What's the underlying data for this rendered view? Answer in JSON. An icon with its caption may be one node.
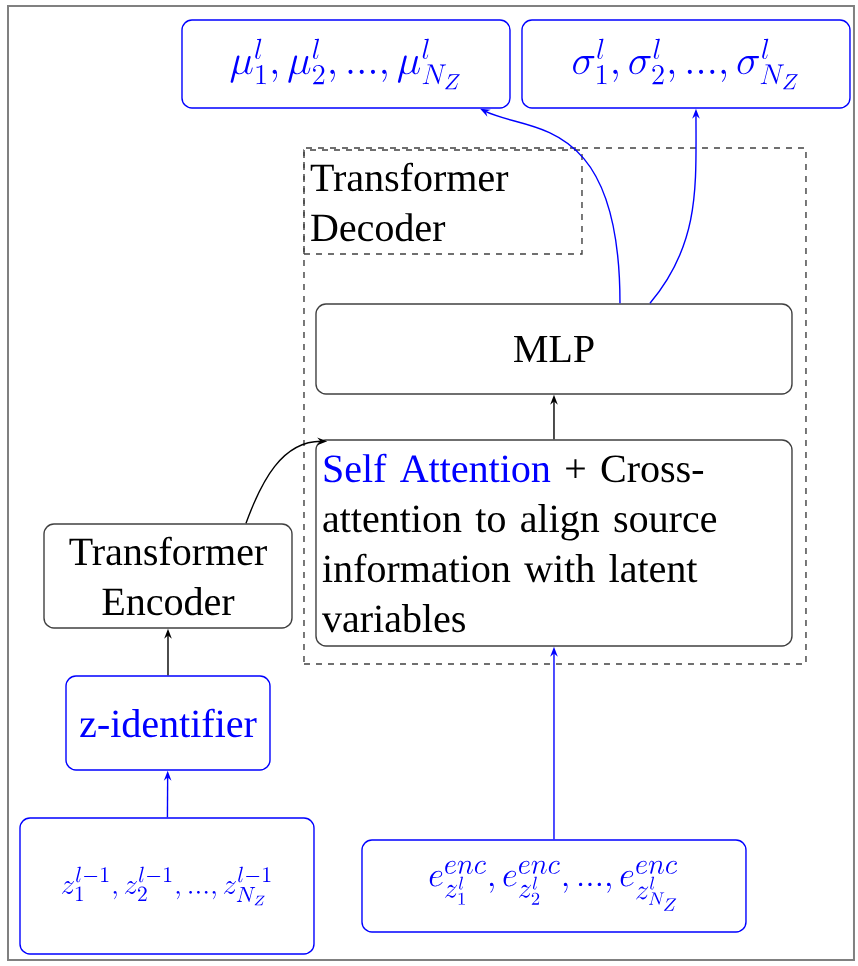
{
  "diagram": {
    "nodes": [
      {
        "text": [
          "\\mu^l_1, \\mu^l_2, ..., \\mu^l_{N_Z}"
        ]
      },
      {
        "text": [
          "\\sigma^l_1, \\sigma^l_2, ..., \\sigma^l_{N_Z}"
        ]
      },
      {
        "text": [],
        "shape": "box"
      },
      {
        "text": [
          "Transformer Decoder"
        ],
        "in": 2
      },
      {
        "text": [
          "MLP"
        ],
        "in": 2
      },
      {
        "text": [
          "Self Attention",
          "+ Cross-attention to align source information with latent variables"
        ],
        "in": 2
      },
      {
        "text": [
          "Transformer Encoder"
        ]
      },
      {
        "text": [
          "z-identifier"
        ]
      },
      {
        "text": [
          "z^{l-1}_1, z^{l-1}_2, ..., z^{l-1}_{N_Z}"
        ]
      },
      {
        "text": [
          "e^{enc}_{z^l_1}, e^{enc}_{z^l_2}, ..., e^{enc}_{z^l_{N_Z}}"
        ]
      }
    ],
    "edges": [
      {
        "from": 4,
        "to": 0,
        "arrow": "to",
        "color": "#0000ff"
      },
      {
        "from": 4,
        "to": 1,
        "arrow": "to",
        "color": "#0000ff"
      },
      {
        "from": 5,
        "to": 4,
        "arrow": "to",
        "color": "#000000"
      },
      {
        "from": 6,
        "to": 5,
        "arrow": "to",
        "color": "#000000"
      },
      {
        "from": 7,
        "to": 6,
        "arrow": "to",
        "color": "#000000"
      },
      {
        "from": 8,
        "to": 7,
        "arrow": "to",
        "color": "#0000ff"
      },
      {
        "from": 9,
        "to": 5,
        "arrow": "to",
        "color": "#0000ff"
      }
    ]
  }
}
